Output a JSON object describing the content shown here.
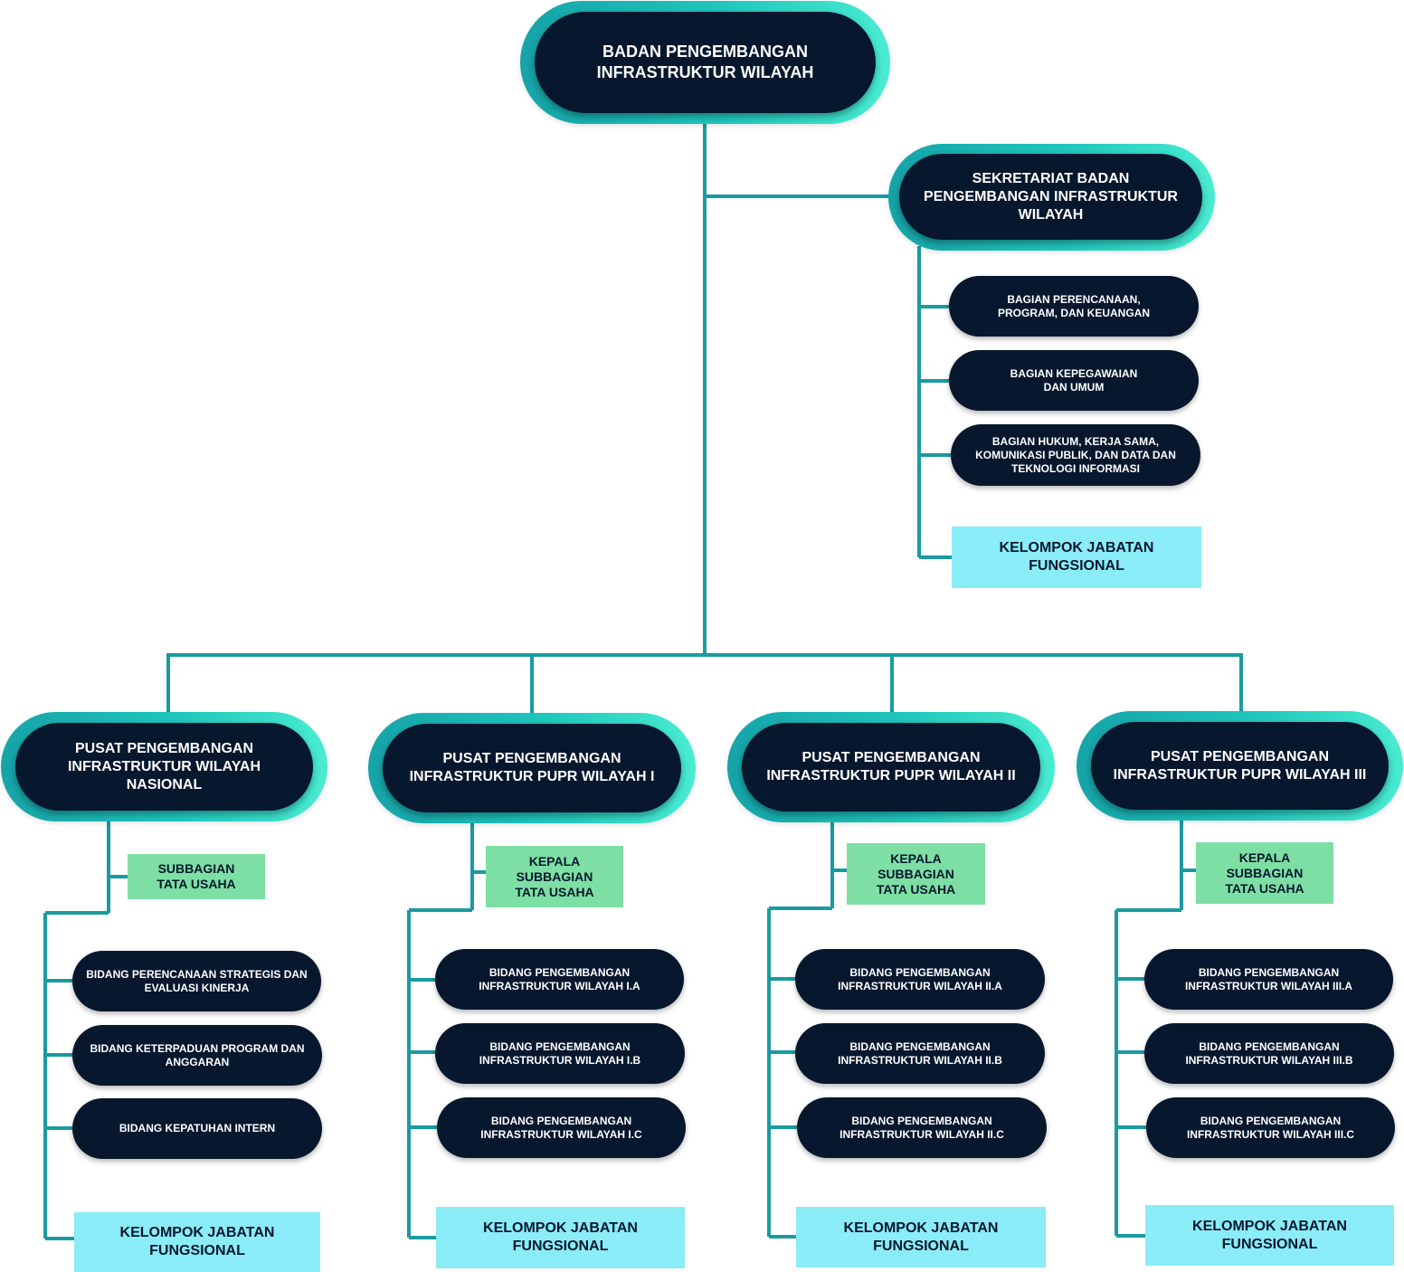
{
  "colors": {
    "connector": "#1a9aa1",
    "dark": "#06172e",
    "teal_from": "#16a3a8",
    "teal_to": "#49ecd1",
    "sub": "#7ddfa4",
    "func": "#8aecf7"
  },
  "top": {
    "label": "BADAN PENGEMBANGAN\nINFRASTRUKTUR WILAYAH"
  },
  "secretariat": {
    "label": "SEKRETARIAT BADAN\nPENGEMBANGAN INFRASTRUKTUR\nWILAYAH",
    "units": [
      "BAGIAN PERENCANAAN,\nPROGRAM, DAN KEUANGAN",
      "BAGIAN KEPEGAWAIAN\nDAN UMUM",
      "BAGIAN HUKUM, KERJA SAMA,\nKOMUNIKASI PUBLIK, DAN DATA DAN\nTEKNOLOGI INFORMASI"
    ],
    "functional": "KELOMPOK JABATAN\nFUNGSIONAL"
  },
  "centers": [
    {
      "label": "PUSAT PENGEMBANGAN\nINFRASTRUKTUR WILAYAH\nNASIONAL",
      "subunit": "SUBBAGIAN\nTATA USAHA",
      "units": [
        "BIDANG PERENCANAAN STRATEGIS DAN\nEVALUASI KINERJA",
        "BIDANG KETERPADUAN PROGRAM DAN\nANGGARAN",
        "BIDANG KEPATUHAN INTERN"
      ],
      "functional": "KELOMPOK JABATAN\nFUNGSIONAL"
    },
    {
      "label": "PUSAT PENGEMBANGAN\nINFRASTRUKTUR PUPR WILAYAH I",
      "subunit": "KEPALA\nSUBBAGIAN\nTATA USAHA",
      "units": [
        "BIDANG PENGEMBANGAN\nINFRASTRUKTUR WILAYAH I.A",
        "BIDANG PENGEMBANGAN\nINFRASTRUKTUR WILAYAH I.B",
        "BIDANG PENGEMBANGAN\nINFRASTRUKTUR WILAYAH I.C"
      ],
      "functional": "KELOMPOK JABATAN\nFUNGSIONAL"
    },
    {
      "label": "PUSAT PENGEMBANGAN\nINFRASTRUKTUR PUPR WILAYAH II",
      "subunit": "KEPALA\nSUBBAGIAN\nTATA USAHA",
      "units": [
        "BIDANG PENGEMBANGAN\nINFRASTRUKTUR WILAYAH II.A",
        "BIDANG PENGEMBANGAN\nINFRASTRUKTUR WILAYAH II.B",
        "BIDANG PENGEMBANGAN\nINFRASTRUKTUR WILAYAH II.C"
      ],
      "functional": "KELOMPOK JABATAN\nFUNGSIONAL"
    },
    {
      "label": "PUSAT PENGEMBANGAN\nINFRASTRUKTUR PUPR WILAYAH III",
      "subunit": "KEPALA\nSUBBAGIAN\nTATA USAHA",
      "units": [
        "BIDANG PENGEMBANGAN\nINFRASTRUKTUR WILAYAH III.A",
        "BIDANG PENGEMBANGAN\nINFRASTRUKTUR WILAYAH III.B",
        "BIDANG PENGEMBANGAN\nINFRASTRUKTUR WILAYAH III.C"
      ],
      "functional": "KELOMPOK JABATAN\nFUNGSIONAL"
    }
  ]
}
